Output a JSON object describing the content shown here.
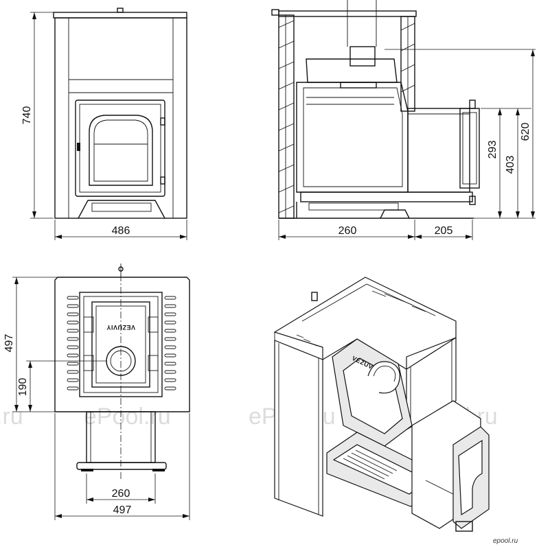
{
  "front_view": {
    "height_label": "740",
    "width_label": "486"
  },
  "side_view": {
    "depth_label": "260",
    "tunnel_label": "205",
    "h1_label": "293",
    "h2_label": "403",
    "h3_label": "620"
  },
  "top_view": {
    "depth_label": "497",
    "offset_label": "190",
    "tunnel_width_label": "260",
    "width_label": "497",
    "brand_text": "VEZUVIY"
  },
  "iso_view": {
    "brand_text": "VEZUVIY"
  },
  "watermarks": {
    "a": ".ru",
    "b": "ePool.ru",
    "c": "ePool.ru",
    "d": "ePool.ru",
    "corner": "epool.ru"
  }
}
